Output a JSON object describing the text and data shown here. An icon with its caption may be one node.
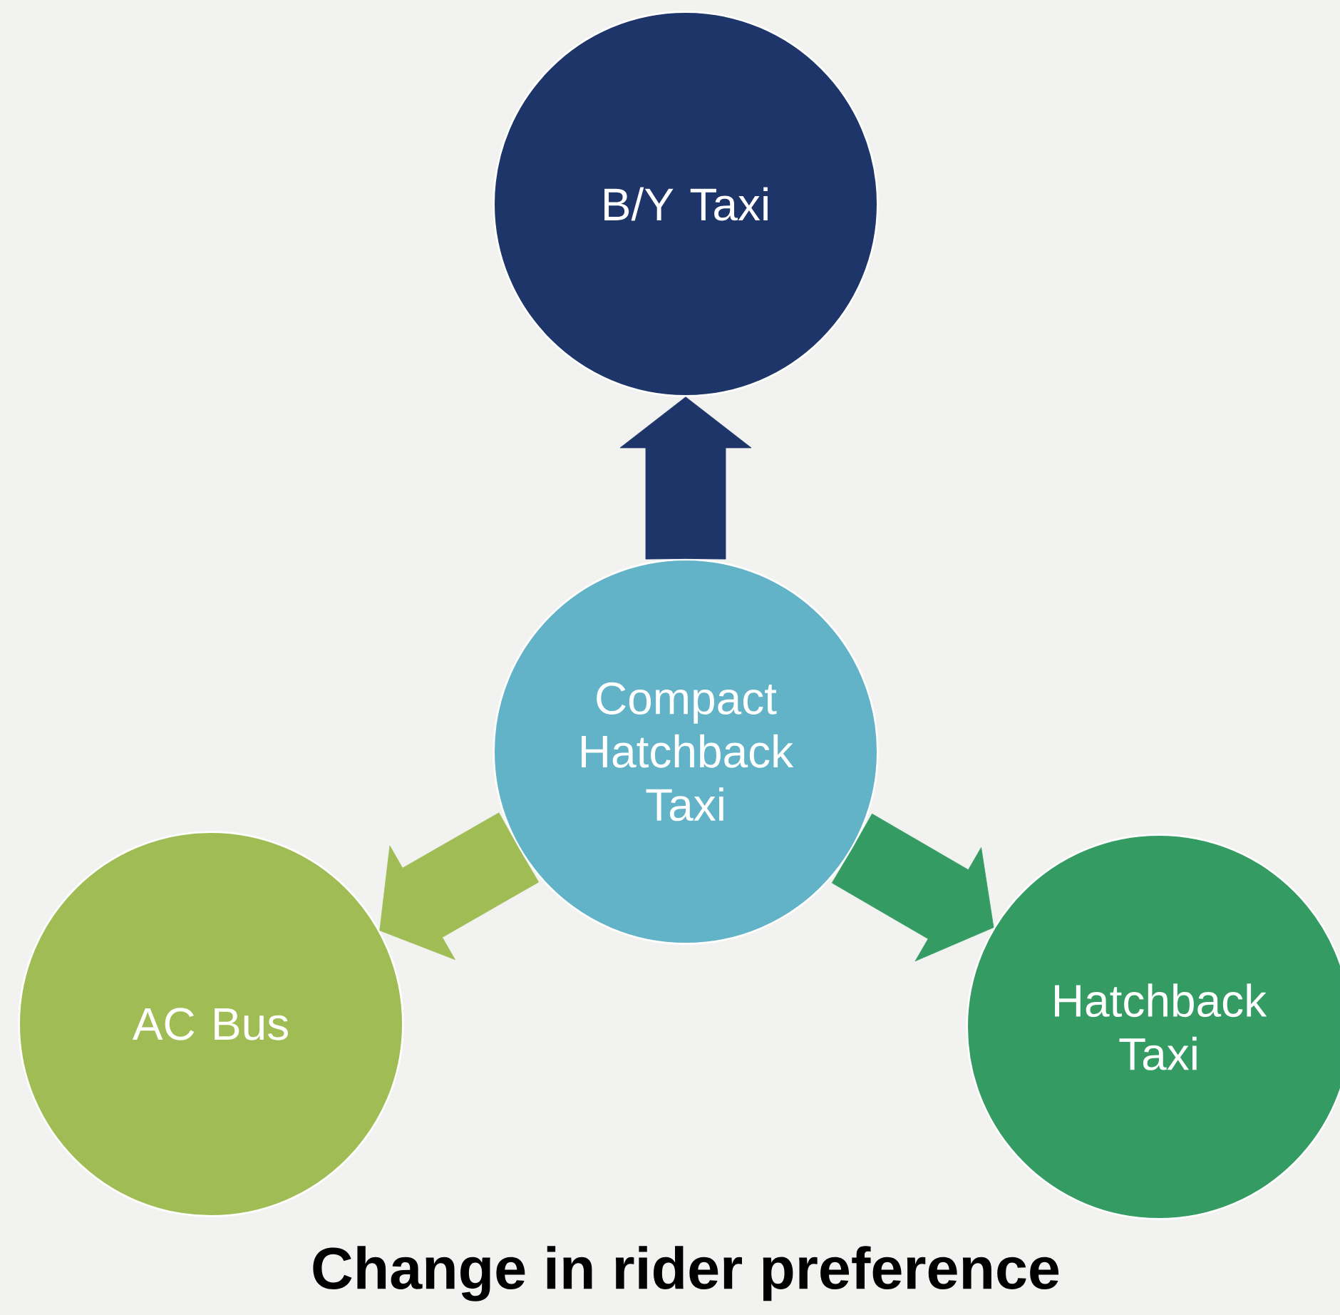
{
  "diagram": {
    "caption": "Change in rider preference",
    "nodes": [
      {
        "text": [
          "B/Y Taxi"
        ]
      },
      {
        "text": [
          "Compact Hatchback Taxi"
        ]
      },
      {
        "text": [
          "AC Bus"
        ]
      },
      {
        "text": [
          "Hatchback Taxi"
        ]
      }
    ],
    "edges": [
      {
        "from": 1,
        "to": 0,
        "arrow": "to",
        "color": "#1d3568"
      },
      {
        "from": 1,
        "to": 2,
        "arrow": "to",
        "color": "#a0bd55"
      },
      {
        "from": 1,
        "to": 3,
        "arrow": "to",
        "color": "#349b63"
      }
    ]
  }
}
